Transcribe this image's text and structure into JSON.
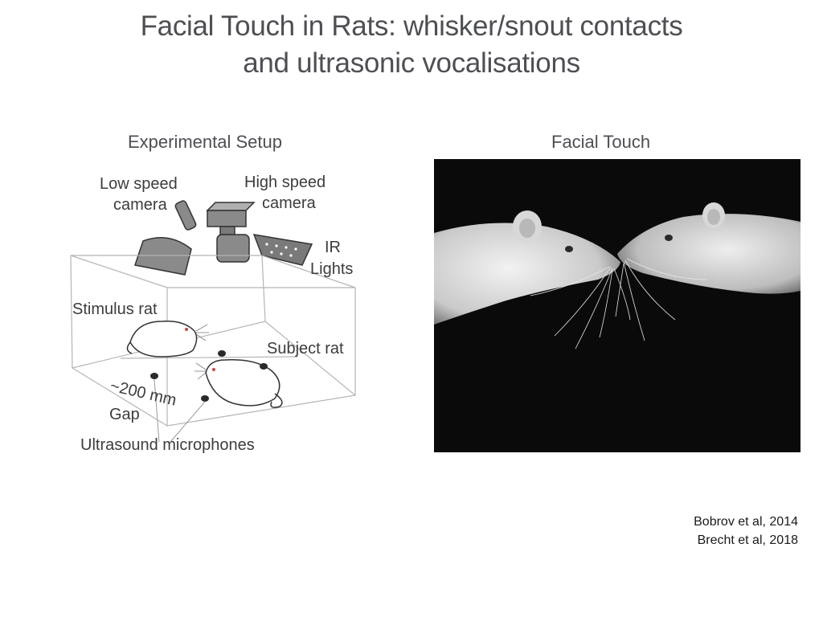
{
  "slide": {
    "title_line1": "Facial Touch in Rats: whisker/snout contacts",
    "title_line2": "and ultrasonic vocalisations",
    "left_heading": "Experimental Setup",
    "right_heading": "Facial Touch",
    "references": [
      "Bobrov et al, 2014",
      "Brecht et al, 2018"
    ]
  },
  "setup_diagram": {
    "label_low_speed_line1": "Low speed",
    "label_low_speed_line2": "camera",
    "label_high_speed_line1": "High speed",
    "label_high_speed_line2": "camera",
    "label_ir_line1": "IR",
    "label_ir_line2": "Lights",
    "label_stimulus_rat": "Stimulus rat",
    "label_subject_rat": "Subject rat",
    "label_gap_distance": "~200 mm",
    "label_gap": "Gap",
    "label_microphones": "Ultrasound microphones"
  },
  "colors": {
    "title": "#4d4f53",
    "photo_background": "#0a0a0a",
    "device_gray": "#8a8a8a"
  }
}
